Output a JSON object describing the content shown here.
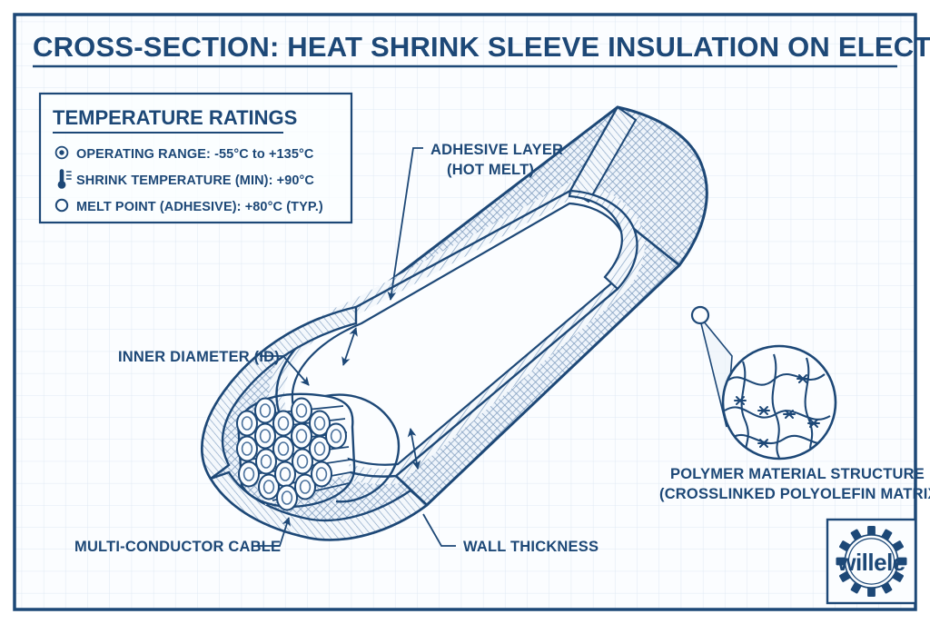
{
  "document": {
    "title": "CROSS-SECTION: HEAT SHRINK SLEEVE INSULATION ON ELECTRICAL CABLE",
    "background": "#ffffff",
    "ink": "#1d4877",
    "grid_color": "#dce6f2",
    "paper": "#fbfdff"
  },
  "spec_box": {
    "heading": "TEMPERATURE RATINGS",
    "rows": [
      {
        "icon": "bullseye-icon",
        "text": "OPERATING RANGE: -55°C to +135°C"
      },
      {
        "icon": "thermometer-icon",
        "text": "SHRINK TEMPERATURE (MIN): +90°C"
      },
      {
        "icon": "circle-outline-icon",
        "text": "MELT POINT (ADHESIVE): +80°C (TYP.)"
      }
    ]
  },
  "callouts": {
    "adhesive_line1": "ADHESIVE LAYER",
    "adhesive_line2": "(HOT MELT)",
    "inner_diameter": "INNER DIAMETER (ID)",
    "multi_conductor": "MULTI-CONDUCTOR CABLE",
    "wall_thickness": "WALL THICKNESS",
    "polymer_line1": "POLYMER MATERIAL STRUCTURE",
    "polymer_line2": "(CROSSLINKED POLYOLEFIN MATRIX)"
  },
  "logo": {
    "wordmark": "willele",
    "mark": "gear-icon"
  }
}
